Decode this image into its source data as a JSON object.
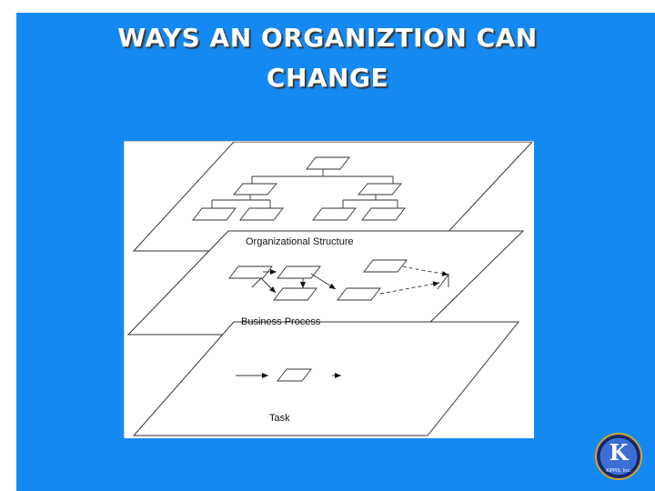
{
  "slide": {
    "title_line1": "WAYS AN ORGANIZTION CAN",
    "title_line2": "CHANGE",
    "background_color": "#1589f2"
  },
  "diagram": {
    "layers": [
      {
        "label": "Organizational Structure"
      },
      {
        "label": "Business Process"
      },
      {
        "label": "Task"
      }
    ]
  },
  "logo": {
    "letter": "K",
    "caption": "KIPPIS, Inc."
  }
}
